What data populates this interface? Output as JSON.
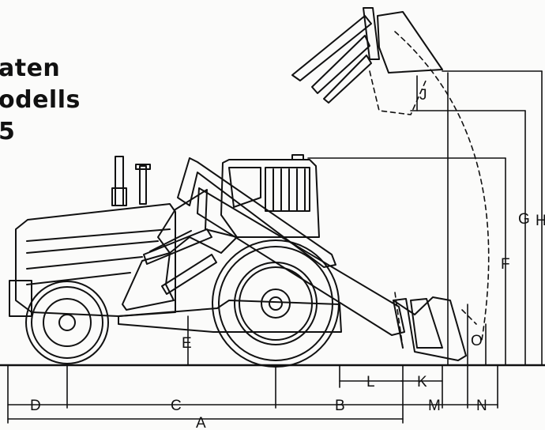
{
  "heading": {
    "line1": "aten",
    "line2": "odells",
    "line3": "5"
  },
  "dimension_labels": {
    "A": "A",
    "B": "B",
    "C": "C",
    "D": "D",
    "E": "E",
    "F": "F",
    "G": "G",
    "H": "H",
    "J": "J",
    "K": "K",
    "L": "L",
    "M": "M",
    "N": "N",
    "O": "O"
  },
  "colors": {
    "ink": "#111111",
    "paper": "#fbfbfa"
  }
}
